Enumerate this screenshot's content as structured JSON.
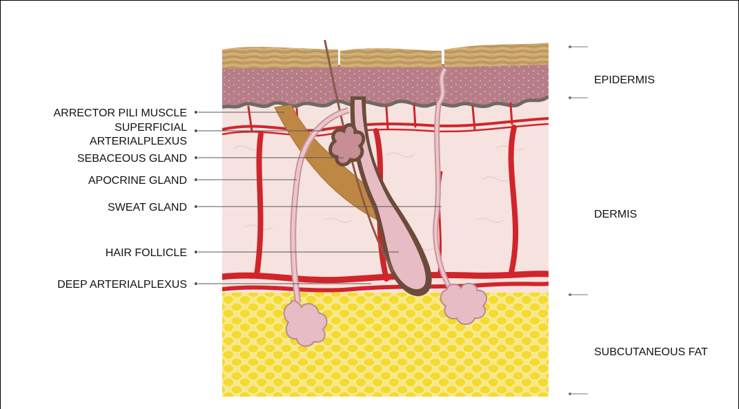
{
  "left_labels": [
    {
      "id": "arrector",
      "lines": [
        "ARRECTOR PILI MUSCLE"
      ]
    },
    {
      "id": "superficial",
      "lines": [
        "SUPERFICIAL",
        "ARTERIALPLEXUS"
      ]
    },
    {
      "id": "sebaceous",
      "lines": [
        "SEBACEOUS GLAND"
      ]
    },
    {
      "id": "apocrine",
      "lines": [
        "APOCRINE GLAND"
      ]
    },
    {
      "id": "sweat",
      "lines": [
        "SWEAT GLAND"
      ]
    },
    {
      "id": "follicle",
      "lines": [
        "HAIR FOLLICLE"
      ]
    },
    {
      "id": "deep",
      "lines": [
        "DEEP ARTERIALPLEXUS"
      ]
    }
  ],
  "right_labels": [
    {
      "id": "epidermis",
      "text": "EPIDERMIS"
    },
    {
      "id": "dermis",
      "text": "DERMIS"
    },
    {
      "id": "subcutaneous",
      "text": "SUBCUTANEOUS FAT"
    }
  ],
  "colors": {
    "stratum": "#c9a56a",
    "epidermis": "#b77d88",
    "dermis": "#f6e3df",
    "artery": "#d0252b",
    "fat": "#f6dc3a",
    "gland": "#e7bcc4",
    "muscle": "#bf8744",
    "follicle_dark": "#6d4b3a"
  }
}
